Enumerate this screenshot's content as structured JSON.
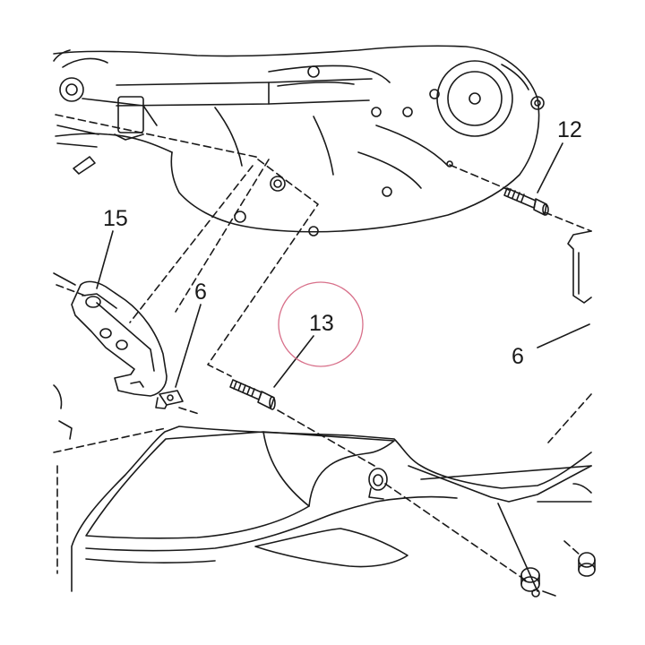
{
  "diagram": {
    "callouts": {
      "part_12": "12",
      "part_15": "15",
      "part_6_left": "6",
      "part_13": "13",
      "part_6_right": "6"
    },
    "highlight_color": "#d8708a",
    "line_color": "#1a1a1a"
  }
}
